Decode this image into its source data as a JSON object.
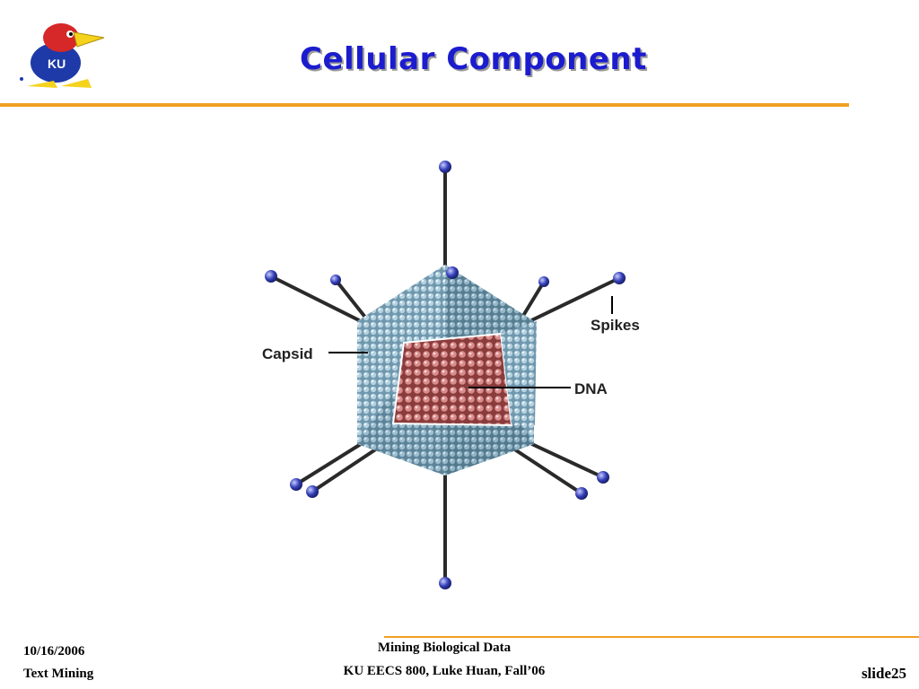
{
  "slide": {
    "title": "Cellular Component",
    "logo_text": "KU"
  },
  "figure": {
    "labels": {
      "capsid": "Capsid",
      "dna": "DNA",
      "spikes": "Spikes"
    }
  },
  "footer": {
    "date": "10/16/2006",
    "subject": "Text Mining",
    "center_line1": "Mining Biological Data",
    "center_line2": "KU EECS 800, Luke Huan, Fall’06",
    "slide_number": "slide25"
  },
  "colors": {
    "title": "#1c1ccf",
    "accent_rule": "#f0a022",
    "capsid": "#7fa8bf",
    "dna": "#b85a5a",
    "spike_tip": "#3440b8"
  }
}
